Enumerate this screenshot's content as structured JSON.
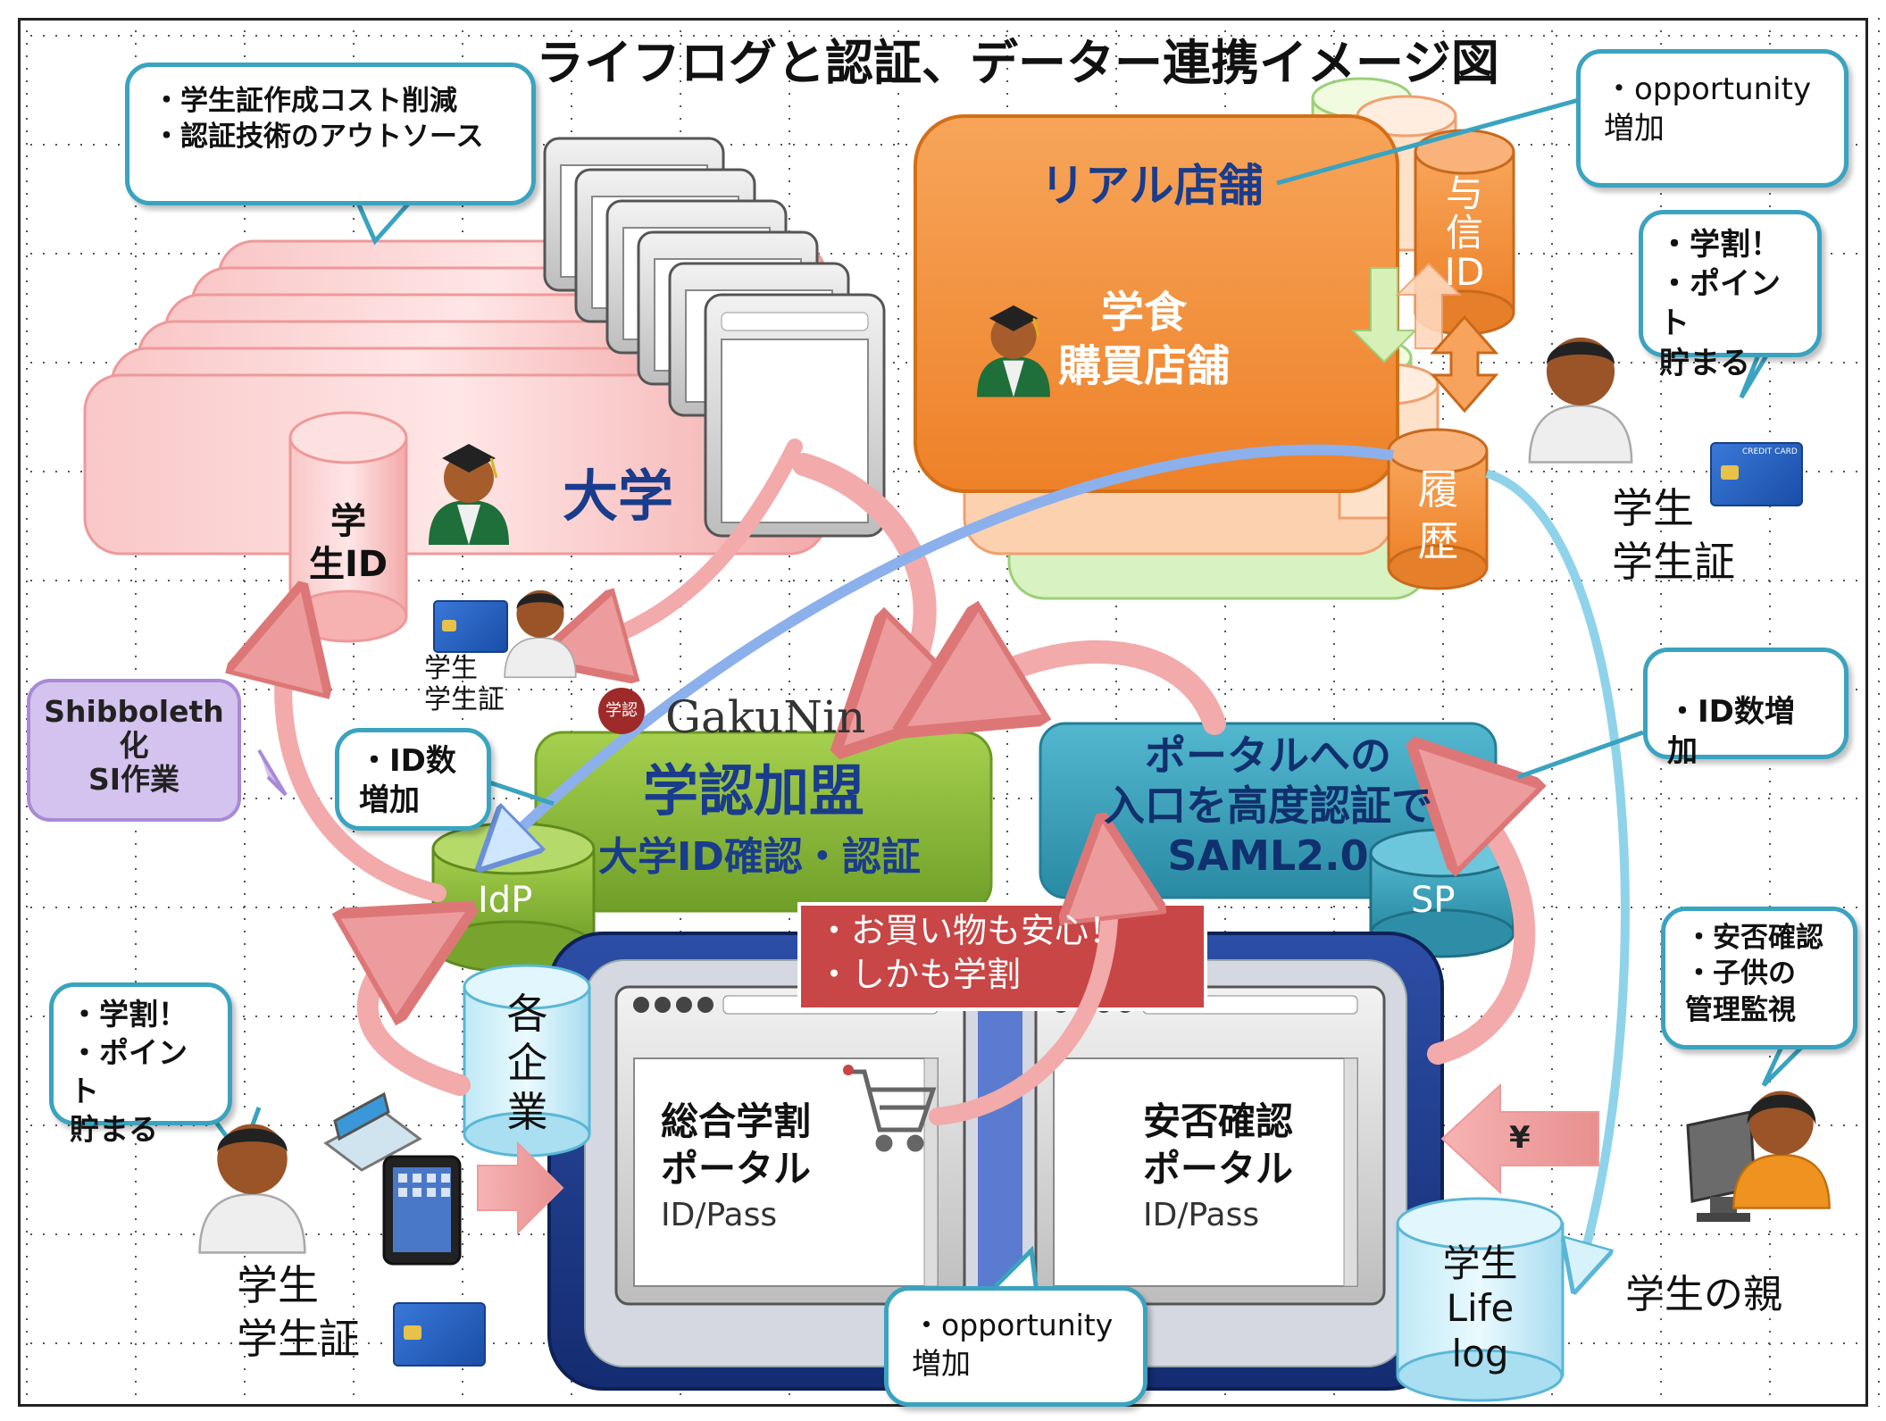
{
  "title": "ライフログと認証、データー連携イメージ図",
  "notes": {
    "univ_cost": "・学生証作成コスト削減\n・認証技術のアウトソース",
    "store_opportunity": "・opportunity\n増加",
    "student_discount_right": "・学割！\n・ポイント\n貯まる",
    "id_increase_right": "・ID数増加",
    "id_increase_left": "・ID数\n増加",
    "parent_notes": "・安否確認\n・子供の\n管理監視",
    "student_discount_left": "・学割！\n・ポイント\n貯まる",
    "portal_opportunity": "・opportunity\n増加",
    "shibboleth": "Shibboleth\n化\nSI作業"
  },
  "labels": {
    "real_store": "リアル店舗",
    "cafeteria_store": "学食\n購買店舗",
    "credit_id": "与\n信\nID",
    "history": "履\n歴",
    "university": "大学",
    "student_id": "学\n生ID",
    "student_small": "学生\n学生証",
    "student_right": "学生\n学生証",
    "student_left": "学生\n学生証",
    "gakunin_logo": "GakuNin",
    "gakunin_seal": "学認",
    "federation_title": "学認加盟",
    "federation_sub": "大学ID確認・認証",
    "idp": "IdP",
    "portal_entry": "ポータルへの\n入口を高度認証で\nSAML2.0",
    "sp": "SP",
    "shopping_note": "・お買い物も安心！\n・しかも学割",
    "companies": "各\n企\n業",
    "portal_discount": "総合学割\nポータル",
    "portal_safety": "安否確認\nポータル",
    "id_pass": "ID/Pass",
    "id_pass_2": "ID/Pass",
    "yen": "¥",
    "lifelog": "学生\nLife\nlog",
    "parent": "学生の親",
    "credit_card": "CREDIT CARD"
  },
  "colors": {
    "orange": "#f4913c",
    "orange_dark": "#d36f17",
    "pink": "#f7b8b8",
    "green": "#86b83a",
    "teal": "#3a9fb8",
    "navy": "#1e3c8c",
    "bubble_border": "#3aa3c0",
    "red_label": "#c84646",
    "purple": "#c9b7e6"
  }
}
